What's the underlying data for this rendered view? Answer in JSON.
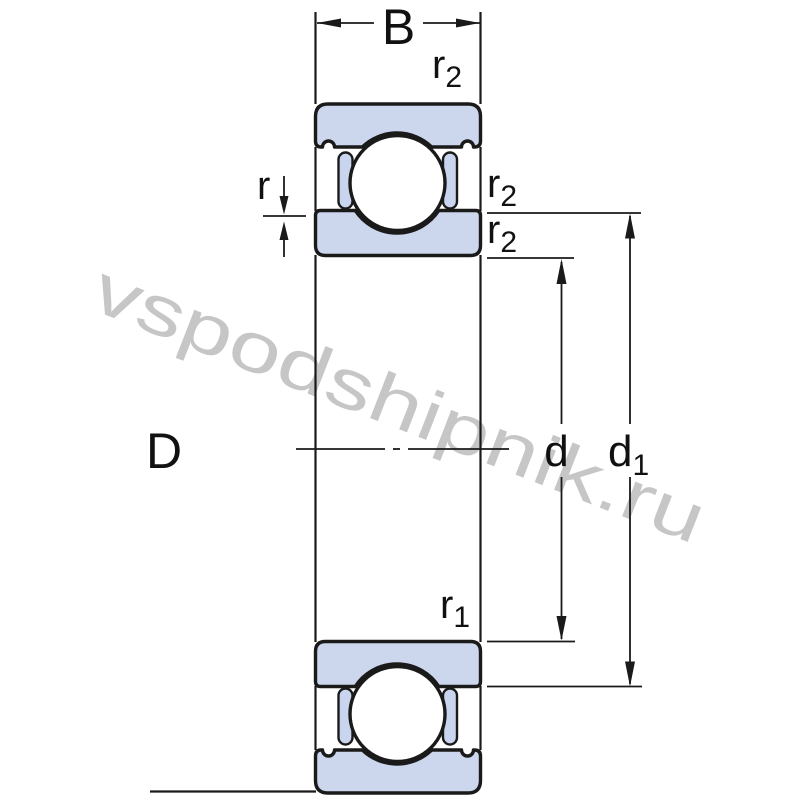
{
  "watermark": {
    "text": "vspodshipnik.ru",
    "color": "#c6c6c6"
  },
  "colors": {
    "background": "#ffffff",
    "ring_fill": "#ccd7ed",
    "cage_fill": "#c9d5ee",
    "ball_fill": "#ffffff",
    "line": "#1a1a1a"
  },
  "labels": {
    "width": "B",
    "outer_diameter": "D",
    "bore_diameter": "d",
    "shoulder_diameter": {
      "base": "d",
      "sub": "1"
    },
    "chamfer_r": "r",
    "chamfer_r1": {
      "base": "r",
      "sub": "1"
    },
    "chamfer_r2_top": {
      "base": "r",
      "sub": "2"
    },
    "chamfer_r2_right_upper": {
      "base": "r",
      "sub": "2"
    },
    "chamfer_r2_right_lower": {
      "base": "r",
      "sub": "2"
    }
  }
}
